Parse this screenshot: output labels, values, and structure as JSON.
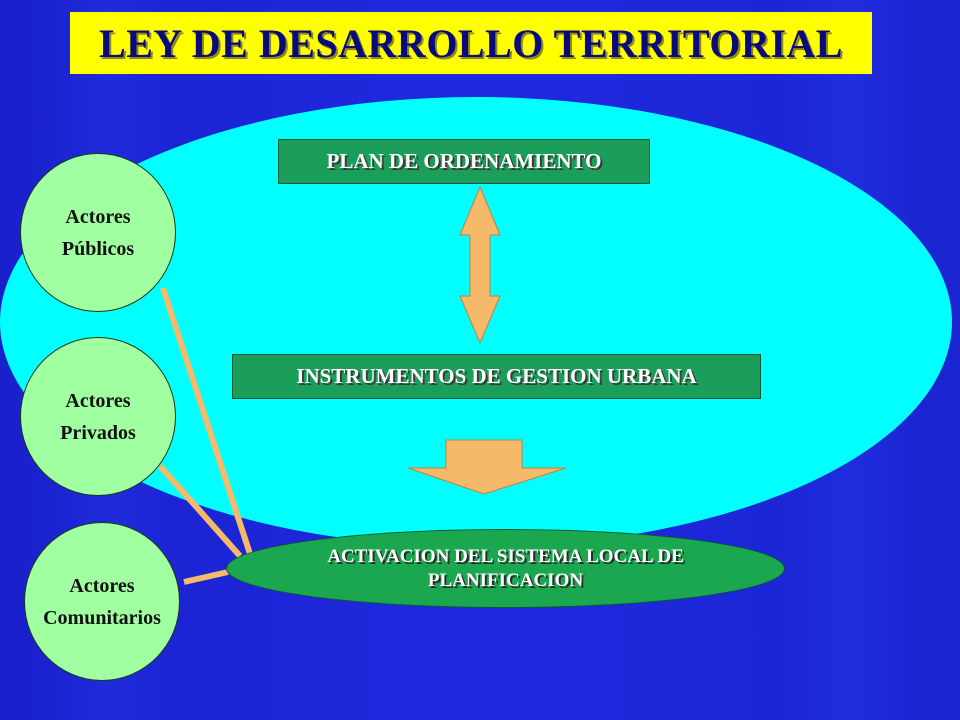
{
  "title": "LEY DE DESARROLLO TERRITORIAL",
  "plan_box": "PLAN DE ORDENAMIENTO",
  "instrumentos_box": "INSTRUMENTOS DE GESTION URBANA",
  "activacion": "ACTIVACION DEL SISTEMA LOCAL DE\nPLANIFICACION",
  "actors": {
    "publicos": "Actores\nPúblicos",
    "privados": "Actores\nPrivados",
    "comunitarios": "Actores\nComunitarios"
  },
  "colors": {
    "background": "#1f2ae0",
    "title_bg": "#ffff00",
    "title_text": "#0a0a7a",
    "ellipse": "#00ffff",
    "box_green": "#1a9e5a",
    "actor_fill": "#a0ffa0",
    "arrow": "#f5b96a",
    "activation_fill": "#1aa74f"
  }
}
